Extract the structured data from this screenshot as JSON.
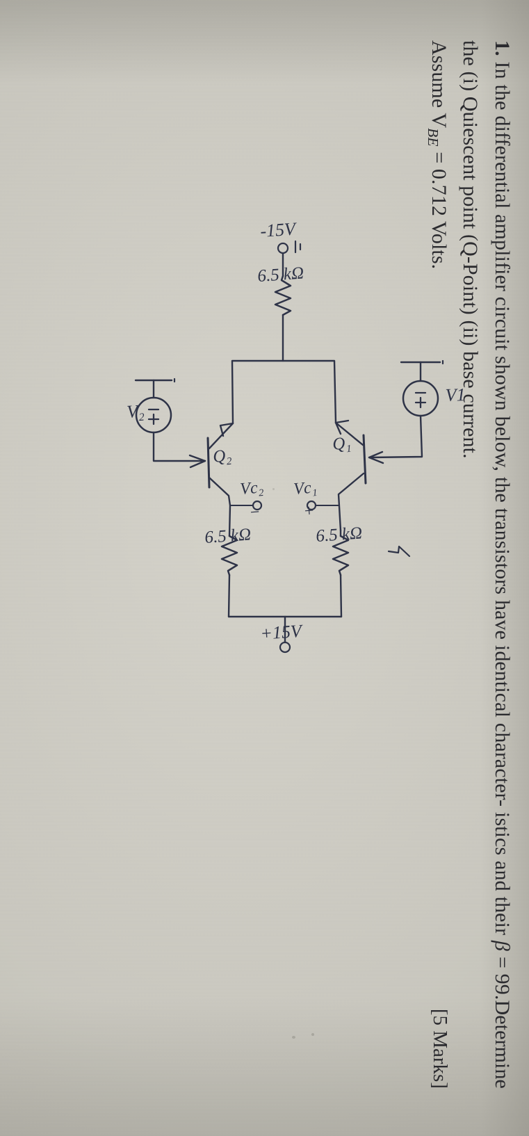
{
  "page": {
    "medium": "photograph of printed exam paper with hand-drawn circuit",
    "rotation_note": "content rotated 90 degrees clockwise relative to image frame",
    "paper_color": "#cbc9c0",
    "ink_color": "#2b2b2f",
    "pen_color": "#2e3347"
  },
  "question": {
    "number": "1.",
    "line1": "In the differential amplifier circuit shown below, the transistors have identical character-",
    "line2": "istics and their",
    "beta_symbol": "β",
    "beta_value": "= 99.Determine the (i) Quiescent point (Q-Point) (ii) base current.",
    "line3_prefix": "Assume V",
    "line3_sub": "BE",
    "line3_rest": "= 0.712 Volts.",
    "marks": "[5 Marks]",
    "full_text": "1. In the differential amplifier circuit shown below, the transistors have identical characteristics and their β = 99.Determine the (i) Quiescent point (Q-Point) (ii) base current. Assume V_BE = 0.712 Volts. [5 Marks]"
  },
  "circuit": {
    "type": "BJT differential amplifier (emitter-coupled pair)",
    "labels": {
      "source_v1": "V1",
      "source_v2": "V₂",
      "transistor_q1": "Q₁",
      "transistor_q2": "Q₂",
      "output_vc1": "Vc₁",
      "output_vc2": "Vc₂",
      "polarity_plus": "+",
      "polarity_minus": "−",
      "rc1": "6.5 kΩ",
      "rc2": "6.5 kΩ",
      "re": "6.5 kΩ",
      "supply_positive": "+15V",
      "supply_negative": "-15V"
    },
    "source_symbol": "⊕ (circle with + and - terminals)",
    "components": [
      {
        "name": "RC1",
        "value": "6.5 kΩ",
        "position": "upper collector resistor"
      },
      {
        "name": "RC2",
        "value": "6.5 kΩ",
        "position": "lower collector resistor"
      },
      {
        "name": "RE",
        "value": "6.5 kΩ",
        "position": "common emitter resistor"
      },
      {
        "name": "Q1",
        "value": "NPN transistor",
        "position": "upper"
      },
      {
        "name": "Q2",
        "value": "NPN transistor",
        "position": "lower"
      },
      {
        "name": "V1",
        "value": "input source 1",
        "position": "upper base drive"
      },
      {
        "name": "V2",
        "value": "input source 2",
        "position": "lower base drive"
      }
    ],
    "supplies": [
      {
        "name": "VCC",
        "value": "+15V"
      },
      {
        "name": "VEE",
        "value": "-15V"
      }
    ]
  }
}
